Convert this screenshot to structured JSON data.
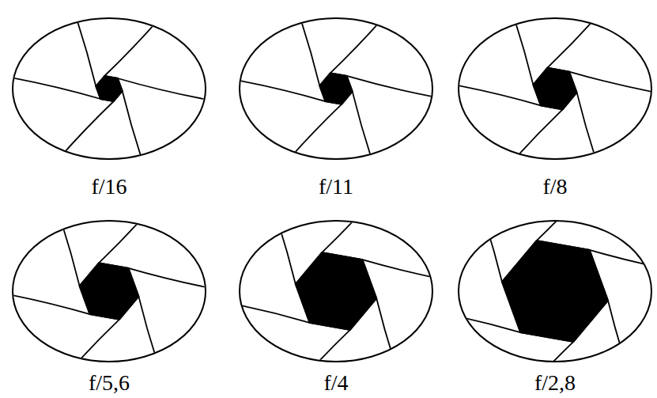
{
  "diagram": {
    "labels": [
      "f/16",
      "f/11",
      "f/8",
      "f/5,6",
      "f/4",
      "f/2,8"
    ]
  }
}
